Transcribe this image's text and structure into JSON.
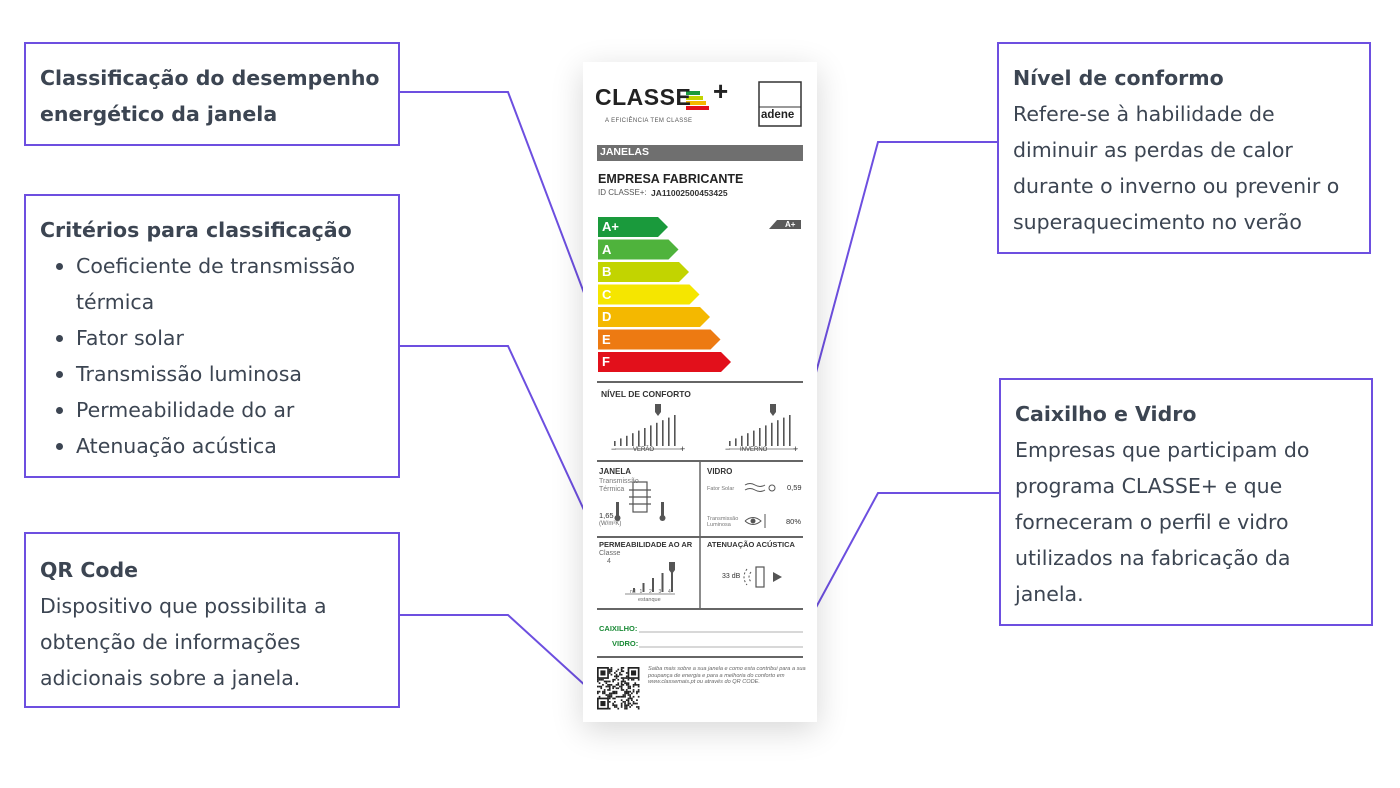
{
  "callouts": {
    "classification": {
      "title": "Classificação do desempenho energético da janela"
    },
    "criteria": {
      "title": "Critérios para classificação",
      "items": [
        "Coeficiente de transmissão térmica",
        "Fator solar",
        "Transmissão luminosa",
        "Permeabilidade do ar",
        "Atenuação acústica"
      ]
    },
    "qr": {
      "title": "QR Code",
      "text": "Dispositivo que possibilita a obtenção de informações adicionais sobre a janela."
    },
    "comfort": {
      "title": "Nível de conformo",
      "text": "Refere-se à habilidade de diminuir as perdas de calor durante o inverno ou prevenir o superaquecimento no verão"
    },
    "frame": {
      "title": "Caixilho e Vidro",
      "text": "Empresas que participam do programa CLASSE+ e que forneceram o perfil e vidro utilizados na fabricação da janela."
    }
  },
  "label": {
    "logo": "CLASSE",
    "logo_plus": "+",
    "tagline": "A EFICIÊNCIA TEM CLASSE",
    "adene": "adene",
    "section": "JANELAS",
    "company": "EMPRESA FABRICANTE",
    "id_label": "ID CLASSE+:",
    "id_value": "JA11002500453425",
    "classes": [
      {
        "name": "A+",
        "color": "#1a9a3c"
      },
      {
        "name": "A",
        "color": "#4fb33c"
      },
      {
        "name": "B",
        "color": "#c2d400"
      },
      {
        "name": "C",
        "color": "#f5e600"
      },
      {
        "name": "D",
        "color": "#f4b800"
      },
      {
        "name": "E",
        "color": "#ed7a12"
      },
      {
        "name": "F",
        "color": "#e2101b"
      }
    ],
    "rating": "A+",
    "comfort_title": "NÍVEL DE CONFORTO",
    "summer": "VERÃO",
    "winter": "INVERNO",
    "minus": "−",
    "plus": "+",
    "window_title": "JANELA",
    "thermal": "Transmissão Térmica",
    "u_value": "1,65",
    "u_unit": "(W/m²K)",
    "glass_title": "VIDRO",
    "solar_label": "Fator Solar",
    "solar_value": "0,59",
    "light_label": "Transmissão Luminosa",
    "light_value": "80%",
    "air_title": "PERMEABILIDADE AO AR",
    "air_class_label": "Classe",
    "air_class": "4",
    "air_scale": [
      "nd",
      "1",
      "2",
      "3",
      "4"
    ],
    "air_caption": "estanque",
    "acoustic_title": "ATENUAÇÃO ACÚSTICA",
    "acoustic_value": "33 dB",
    "frame_label": "CAIXILHO:",
    "glass_label": "VIDRO:",
    "info_text": "Saiba mais sobre a sua janela e como esta contribui para a sua poupança de energia e para a melhoria do conforto em www.classemais.pt ou através do QR CODE."
  }
}
